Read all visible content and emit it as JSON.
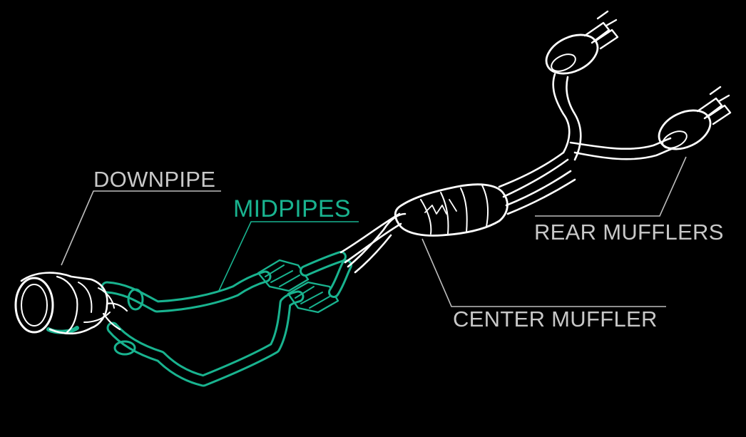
{
  "labels": {
    "downpipe": "DOWNPIPE",
    "midpipes": "MIDPIPES",
    "rear_mufflers": "REAR MUFFLERS",
    "center_muffler": "CENTER MUFFLER"
  },
  "colors": {
    "background": "#000000",
    "outline": "#ffffff",
    "label_gray": "#c8c8c8",
    "highlight": "#19b38f"
  }
}
